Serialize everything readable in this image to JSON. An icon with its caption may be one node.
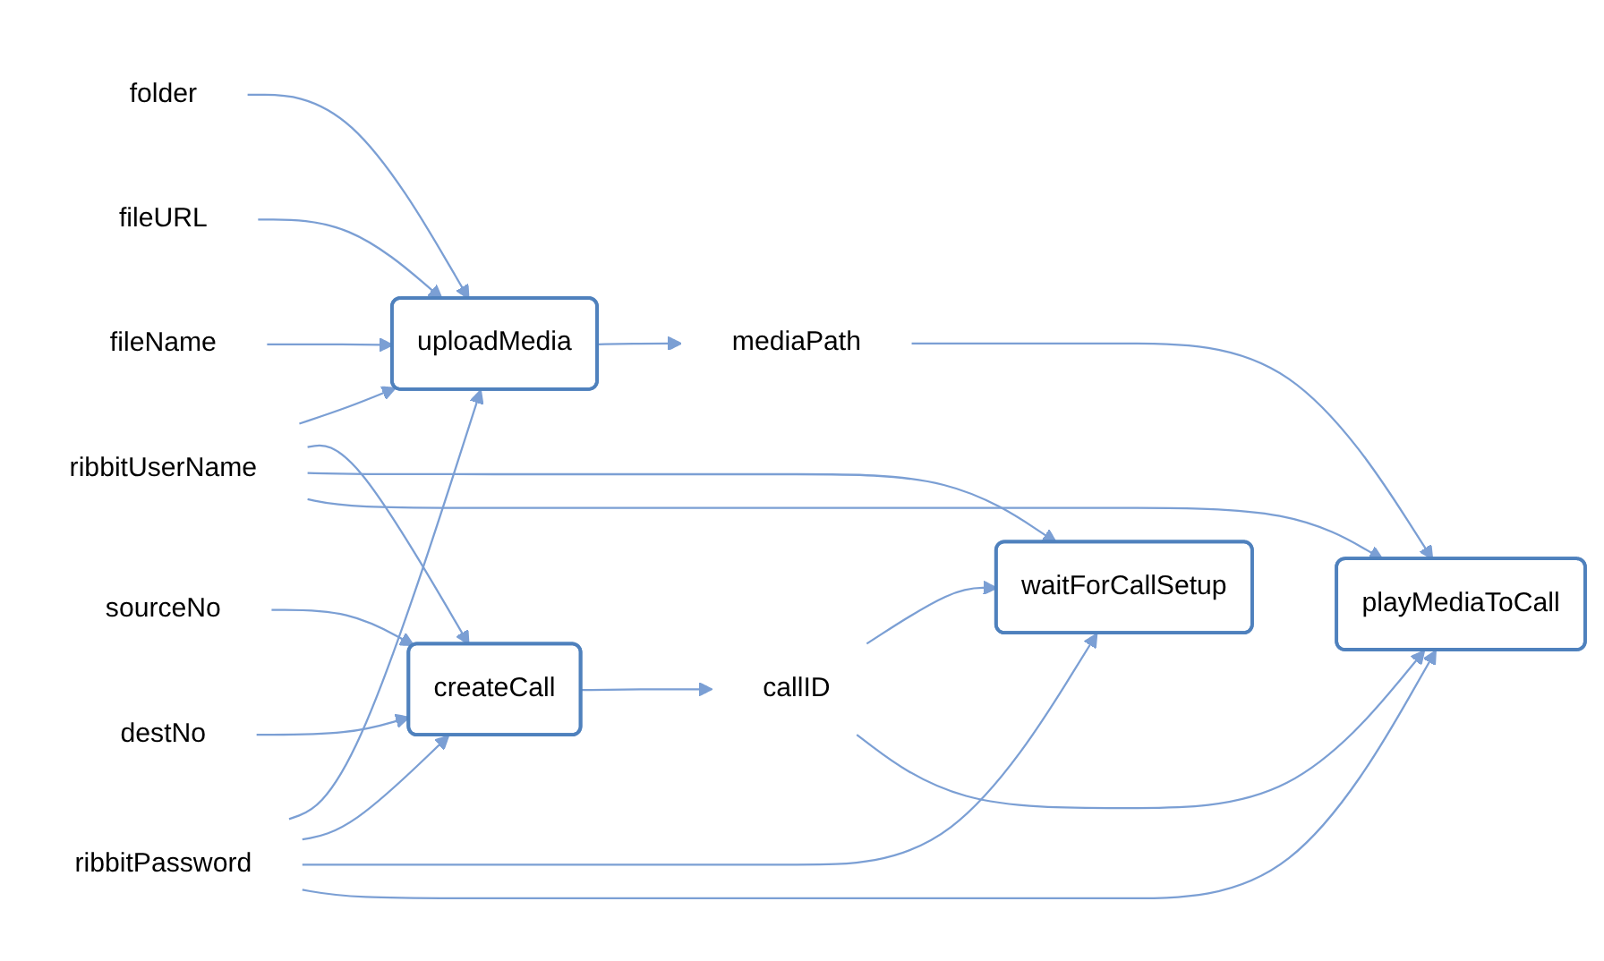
{
  "diagram": {
    "nodes": [
      {
        "text": [
          "ribbitUserName"
        ]
      },
      {
        "text": [
          "ribbitPassword"
        ]
      },
      {
        "text": [
          "folder"
        ]
      },
      {
        "text": [
          "fileURL"
        ]
      },
      {
        "text": [
          "fileName"
        ]
      },
      {
        "text": [
          "uploadMedia"
        ]
      },
      {
        "text": [
          "mediaPath"
        ]
      },
      {
        "text": [
          "sourceNo"
        ]
      },
      {
        "text": [
          "destNo"
        ]
      },
      {
        "text": [
          "createCall"
        ]
      },
      {
        "text": [
          "callID"
        ]
      },
      {
        "text": [
          "waitForCallSetup"
        ]
      },
      {
        "text": [
          "playMediaToCall"
        ]
      }
    ],
    "edges": [
      {
        "from": 0,
        "to": 5,
        "arrow": "to"
      },
      {
        "from": 1,
        "to": 5,
        "arrow": "to"
      },
      {
        "from": 2,
        "to": 5,
        "arrow": "to"
      },
      {
        "from": 3,
        "to": 5,
        "arrow": "to"
      },
      {
        "from": 4,
        "to": 5,
        "arrow": "to"
      },
      {
        "from": 5,
        "to": 6,
        "arrow": "to"
      },
      {
        "from": 6,
        "to": 12,
        "arrow": "to"
      },
      {
        "from": 7,
        "to": 9,
        "arrow": "to"
      },
      {
        "from": 8,
        "to": 9,
        "arrow": "to"
      },
      {
        "from": 0,
        "to": 9,
        "arrow": "to"
      },
      {
        "from": 1,
        "to": 9,
        "arrow": "to"
      },
      {
        "from": 9,
        "to": 10,
        "arrow": "to"
      },
      {
        "from": 10,
        "to": 11,
        "arrow": "to"
      },
      {
        "from": 10,
        "to": 12,
        "arrow": "to"
      },
      {
        "from": 0,
        "to": 11,
        "arrow": "to"
      },
      {
        "from": 1,
        "to": 11,
        "arrow": "to"
      },
      {
        "from": 0,
        "to": 12,
        "arrow": "to"
      },
      {
        "from": 1,
        "to": 12,
        "arrow": "to"
      }
    ]
  }
}
